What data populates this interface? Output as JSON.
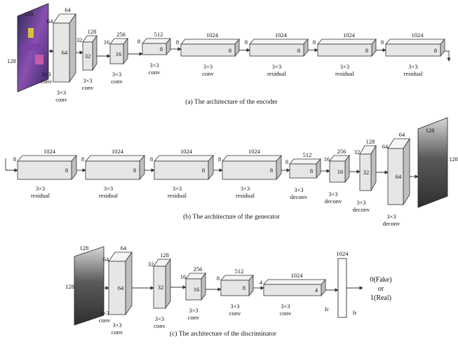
{
  "encoder": {
    "caption": "(a) The architecture of the encoder",
    "input": {
      "h": "128",
      "w": "128"
    },
    "blocks": [
      {
        "depth": "64",
        "h": "64",
        "w": "64",
        "op": "3×3\nconv"
      },
      {
        "depth": "32",
        "h": "128",
        "w": "32",
        "op": "3×3\nconv"
      },
      {
        "depth": "16",
        "h": "256",
        "w": "16",
        "op": "3×3\nconv"
      },
      {
        "depth": "8",
        "h": "512",
        "w": "8",
        "op": "3×3\nconv"
      },
      {
        "depth": "8",
        "h": "1024",
        "w": "8",
        "op": "3×3\nconv"
      },
      {
        "depth": "8",
        "h": "1024",
        "w": "8",
        "op": "3×3\nresidual"
      },
      {
        "depth": "8",
        "h": "1024",
        "w": "8",
        "op": "3×3\nresidual"
      },
      {
        "depth": "8",
        "h": "1024",
        "w": "8",
        "op": "3×3\nresidual"
      }
    ]
  },
  "generator": {
    "caption": "(b) The architecture of the generator",
    "output": {
      "h": "128",
      "w": "128"
    },
    "blocks": [
      {
        "depth": "8",
        "h": "1024",
        "w": "8",
        "op": "3×3\nresidual"
      },
      {
        "depth": "8",
        "h": "1024",
        "w": "8",
        "op": "3×3\nresidual"
      },
      {
        "depth": "8",
        "h": "1024",
        "w": "8",
        "op": "3×3\nresidual"
      },
      {
        "depth": "8",
        "h": "1024",
        "w": "8",
        "op": "3×3\nresidual"
      },
      {
        "depth": "8",
        "h": "512",
        "w": "8",
        "op": "3×3\ndeconv"
      },
      {
        "depth": "16",
        "h": "256",
        "w": "16",
        "op": "3×3\ndeconv"
      },
      {
        "depth": "32",
        "h": "128",
        "w": "32",
        "op": "3×3\ndeconv"
      },
      {
        "depth": "64",
        "h": "64",
        "w": "64",
        "op": "3×3\ndeconv"
      }
    ]
  },
  "discriminator": {
    "caption": "(c) The architecture of the discriminator",
    "input": {
      "h": "128",
      "w": "128"
    },
    "blocks": [
      {
        "depth": "64",
        "h": "64",
        "w": "64",
        "op": "3×3\nconv"
      },
      {
        "depth": "32",
        "h": "128",
        "w": "32",
        "op": "3×3\nconv"
      },
      {
        "depth": "16",
        "h": "256",
        "w": "16",
        "op": "3×3\nconv"
      },
      {
        "depth": "8",
        "h": "512",
        "w": "8",
        "op": "3×3\nconv"
      },
      {
        "depth": "4",
        "h": "1024",
        "w": "4",
        "op": "3×3\nconv"
      },
      {
        "depth": "",
        "h": "1024",
        "w": "",
        "op": "fc"
      }
    ],
    "fc_label": "fc",
    "output": {
      "fake": "0(Fake)",
      "or": "or",
      "real": "1(Real)"
    }
  },
  "colors": {
    "block_front": "#e6e6e6",
    "block_top": "#f4f4f4",
    "block_side": "#bfbfbf",
    "stroke": "#333333"
  }
}
